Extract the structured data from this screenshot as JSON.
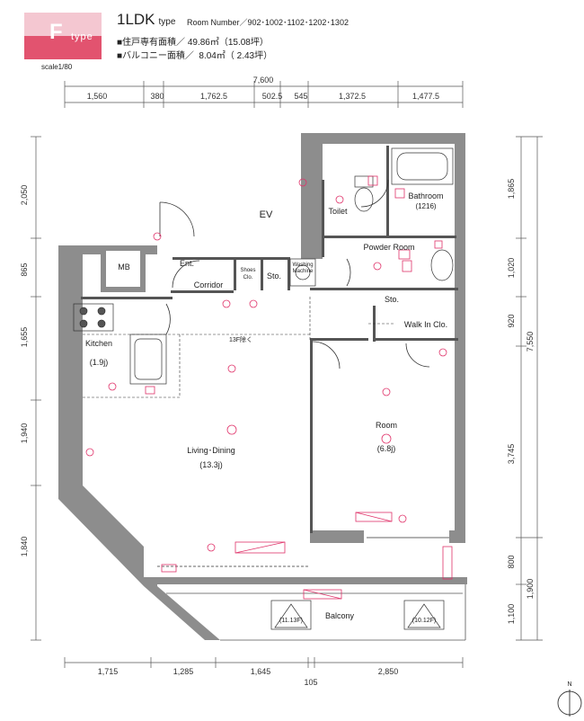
{
  "header": {
    "badge_letter": "F",
    "badge_word": "type",
    "title": "1LDK",
    "title_suffix": "type",
    "room_numbers": "Room Number／902･1002･1102･1202･1302",
    "spec_private": "■住戸専有面積／ 49.86㎡（15.08坪）",
    "spec_balcony": "■バルコニー面積／  8.04㎡（ 2.43坪）",
    "scale": "scale1/80"
  },
  "dims": {
    "top_total": "7,600",
    "top": [
      "1,560",
      "380",
      "1,762.5",
      "502.5",
      "545",
      "1,372.5",
      "1,477.5"
    ],
    "bottom": [
      "1,715",
      "1,285",
      "1,645",
      "2,850"
    ],
    "bottom_small": "105",
    "left": [
      "2,050",
      "865",
      "1,655",
      "1,940",
      "1,840"
    ],
    "right_inner": [
      "1,865",
      "1,020",
      "920",
      "3,745",
      "800",
      "1,100"
    ],
    "right_outer": [
      "7,550",
      "1,900"
    ]
  },
  "rooms": {
    "mb": "MB",
    "ev": "EV",
    "ent": "Ent.",
    "corridor": "Corridor",
    "sto1": "Sto.",
    "shoes_1": "Shoes",
    "shoes_2": "Clo.",
    "washing_1": "Washing",
    "washing_2": "Machine",
    "toilet": "Toilet",
    "bathroom": "Bathroom",
    "bathroom_size": "(1216)",
    "powder": "Powder Room",
    "sto2": "Sto.",
    "walkin": "Walk In Clo.",
    "kitchen": "Kitchen",
    "kitchen_size": "(1.9j)",
    "living": "Living･Dining",
    "living_size": "(13.3j)",
    "room": "Room",
    "room_size": "(6.8j)",
    "balcony": "Balcony",
    "ac1": "(11.13F)",
    "ac2": "(10.12F)",
    "step": "13F除く"
  },
  "compass": "N",
  "colors": {
    "badge": "#e2536f",
    "badge_light": "#f4c7d1",
    "wall": "#8d8d8d",
    "equipment": "#e0336a"
  }
}
